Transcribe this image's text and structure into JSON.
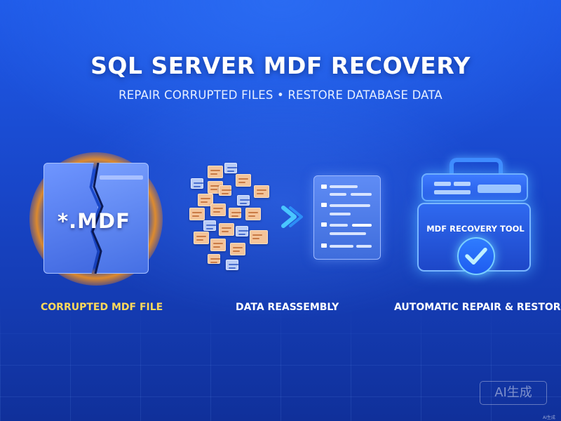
{
  "header": {
    "title": "SQL SERVER MDF RECOVERY",
    "subtitle": "REPAIR CORRUPTED FILES • RESTORE DATABASE DATA"
  },
  "steps": [
    {
      "label": "CORRUPTED MDF FILE",
      "icon": "broken-file-icon",
      "file_label": "*.MDF",
      "color": "#ffd95a"
    },
    {
      "label": "DATA REASSEMBLY",
      "icon": "data-fragments-icon",
      "color": "#ffffff"
    },
    {
      "label": "AUTOMATIC REPAIR & RESTORE",
      "icon": "toolbox-icon",
      "tool_label": "MDF RECOVERY TOOL",
      "color": "#ffffff"
    }
  ],
  "watermark": {
    "text": "AI生成",
    "small_text": "AI生成"
  },
  "colors": {
    "background": "#1846c9",
    "accent": "#3f8cff",
    "warning": "#ff9a1a",
    "caption_highlight": "#ffd95a"
  }
}
